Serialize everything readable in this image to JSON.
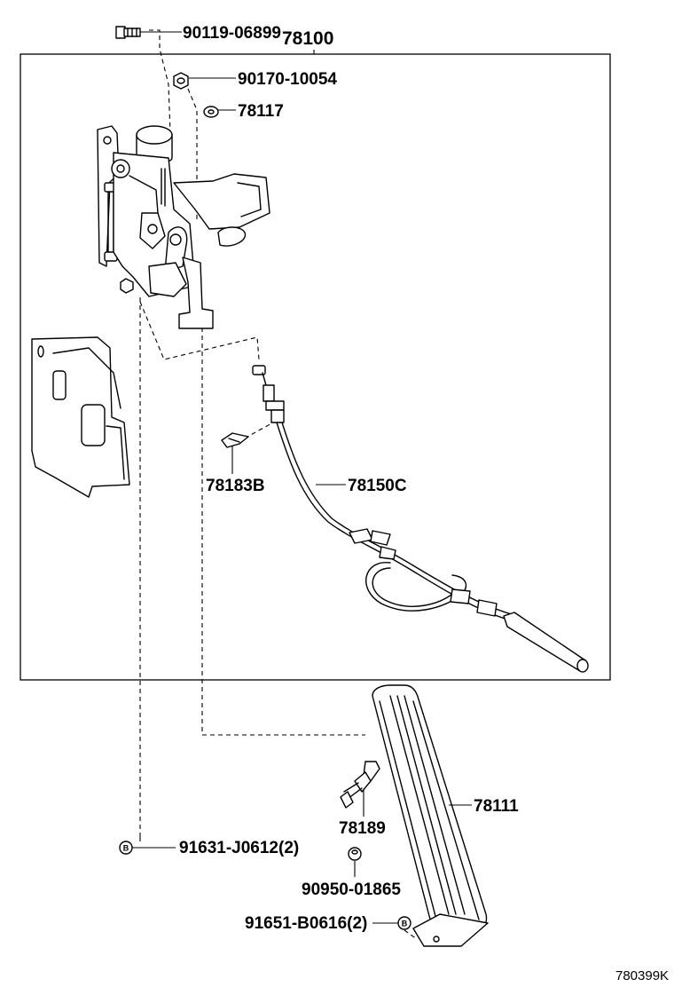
{
  "diagram": {
    "assembly_label": "78100",
    "figure_id": "780399K",
    "callouts": [
      {
        "id": "bolt-top",
        "text": "90119-06899"
      },
      {
        "id": "nut-top",
        "text": "90170-10054"
      },
      {
        "id": "washer",
        "text": "78117"
      },
      {
        "id": "clip",
        "text": "78183B"
      },
      {
        "id": "cable",
        "text": "78150C"
      },
      {
        "id": "pedal",
        "text": "78111"
      },
      {
        "id": "stopper",
        "text": "78189"
      },
      {
        "id": "cushion",
        "text": "90950-01865"
      },
      {
        "id": "nut-b-left",
        "text": "91631-J0612(2)"
      },
      {
        "id": "nut-b-right",
        "text": "91651-B0616(2)"
      }
    ],
    "marker_letter": "B"
  }
}
